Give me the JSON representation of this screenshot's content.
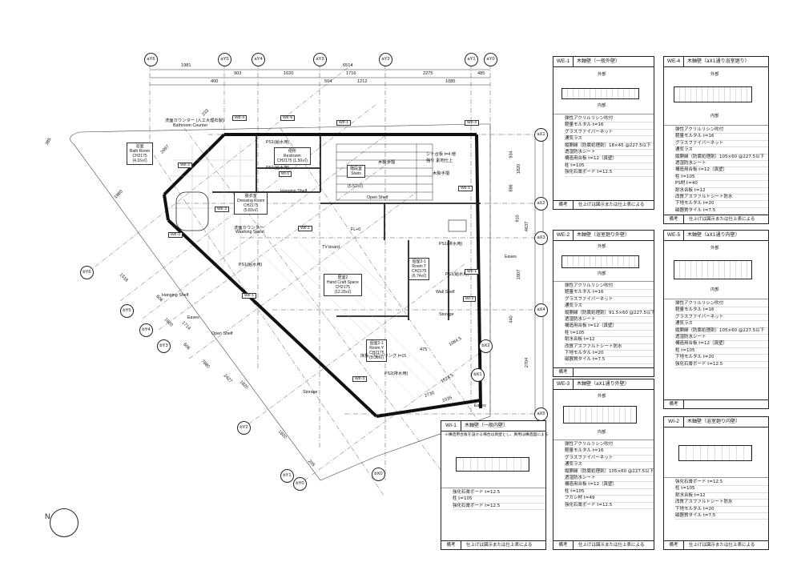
{
  "grid_x": [
    "aY6",
    "aY5",
    "aY4",
    "aY3",
    "aY2",
    "aY1",
    "aY0"
  ],
  "grid_y": [
    "aX1",
    "aX2",
    "aX3",
    "aX4",
    "aX5"
  ],
  "grid_b": [
    "bY6",
    "bY5",
    "bY4",
    "bY3",
    "bY2",
    "bY1",
    "bY0"
  ],
  "grid_bx": [
    "bX0",
    "bX1",
    "bX2"
  ],
  "dims_top1": [
    "1981",
    "6514"
  ],
  "dims_top2": [
    "903",
    "1620",
    "1716",
    "2275",
    "485"
  ],
  "dims_top3": [
    "400",
    "504",
    "1212",
    "1085"
  ],
  "dims_right": [
    "934",
    "1820",
    "886",
    "910",
    "4637",
    "1807",
    "440",
    "2704"
  ],
  "dims_left": [
    "1880",
    "1516",
    "606",
    "1820",
    "1714",
    "606",
    "7880",
    "2427",
    "1820",
    "1820",
    "205"
  ],
  "dims_misc": [
    "233",
    "385",
    "2697",
    "1084.5",
    "1524.5",
    "475",
    "2730",
    "1035"
  ],
  "rooms": [
    {
      "jp": "浴室",
      "en": "Bath Room",
      "area": "CH2175",
      "area2": "(4.16㎡)"
    },
    {
      "jp": "便所",
      "en": "Restroom",
      "area": "CH2175 (1.50㎡)",
      "area2": ""
    },
    {
      "jp": "脱衣室",
      "en": "Dressing Room",
      "area": "CH2175",
      "area2": "(5.83㎡)"
    },
    {
      "jp": "階段室",
      "en": "Stairs",
      "area": "(5.52㎡)",
      "area2": ""
    },
    {
      "jp": "居室2",
      "en": "Hand Craft Space",
      "area": "CH2175",
      "area2": "(12.29㎡)"
    },
    {
      "jp": "個室2-1",
      "en": "Room T",
      "area": "CH2175",
      "area2": "(6.74㎡)"
    },
    {
      "jp": "個室2-1",
      "en": "Room Y",
      "area": "CH2175",
      "area2": "(5.36㎡)"
    }
  ],
  "labels": {
    "bathroom_counter_jp": "洗面カウンター (人工大理石製)",
    "bathroom_counter_en": "Bathroom Counter",
    "washing_jp": "洗面カウンター",
    "washing_en": "Washing Stand",
    "hanging1": "Hanging Shelf",
    "hanging2": "Hanging Shelf",
    "open1": "Open Shelf",
    "open2": "Open Shelf",
    "eaves1": "Eaves",
    "eaves2": "Eaves",
    "eaves3": "Eaves",
    "tv": "TV board",
    "storage1": "Storage",
    "storage2": "Storage",
    "wall_shelf": "Wall Shelf",
    "flooring": "床板: フローリング t=15",
    "ps1": "PS1(給水用)",
    "ps2": "PS1(給水用)",
    "ps3": "PS1(排水用)",
    "ps4": "PS1(給水用)",
    "ps5": "PS1(給水用)",
    "ps6": "PS2(排水用)",
    "stairs_note": "シナ合板 t=4 増強り 素地仕上",
    "handrail1": "木製手摺",
    "handrail2": "木製手摺",
    "fsl": "FL+0"
  },
  "wall_tags": [
    "WE-4",
    "WE-5",
    "WE-1",
    "WE-3",
    "WE-1",
    "WE-2",
    "WE-2",
    "WI-1",
    "WE-2",
    "WE-1",
    "WE-1",
    "WE-3",
    "WI-2",
    "WE-1"
  ],
  "panels": [
    {
      "code": "WE-1",
      "title": "木軸壁（一般外壁）",
      "out": "外部",
      "in": "内部",
      "layers": [
        "弾性アクリルリシン吹付",
        "軽量モルタル t=16",
        "グラスファイバーネット",
        "通気ラス",
        "縦胴縁（防腐処理剤）18×45 @227.5以下",
        "透湿防水シート",
        "構造用合板 t=12（真壁）",
        "柱 t=105",
        "強化石膏ボード t=12.5"
      ],
      "foot_label": "備考",
      "foot": "仕上げは図示または仕上表による"
    },
    {
      "code": "WE-2",
      "title": "木軸壁（浴室廻り外壁）",
      "out": "外部",
      "in": "内部",
      "layers": [
        "弾性アクリルリシン吹付",
        "軽量モルタル t=16",
        "グラスファイバーネット",
        "通気ラス",
        "縦胴縁（防腐処理剤）91.5×60 @227.5以下",
        "透湿防水シート",
        "構造用合板 t=12（真壁）",
        "柱 t=105",
        "耐水合板 t=12",
        "改質アスファルトシート防水",
        "下地モルタル t=20",
        "磁器質タイル t=7.5"
      ],
      "foot_label": "備考",
      "foot": ""
    },
    {
      "code": "WE-3",
      "title": "木軸壁（aX1通り外壁）",
      "out": "外部",
      "in": "内部",
      "layers": [
        "弾性アクリルリシン吹付",
        "軽量モルタル t=16",
        "グラスファイバーネット",
        "通気ラス",
        "縦胴縁（防腐処理剤）105×60 @227.5以下",
        "透湿防水シート",
        "構造用合板 t=12（真壁）",
        "柱 t=105",
        "フカシ材 t=49",
        "強化石膏ボード t=12.5"
      ],
      "foot_label": "備考",
      "foot": "仕上げは図示または仕上表による"
    },
    {
      "code": "WE-4",
      "title": "木軸壁（aX1通り浴室廻り）",
      "out": "外部",
      "in": "内部",
      "layers": [
        "弾性アクリルリシン吹付",
        "軽量モルタル t=16",
        "グラスファイバーネット",
        "通気ラス",
        "縦胴縁（防腐処理剤）105×60 @227.5以下",
        "透湿防水シート",
        "構造用合板 t=12（真壁）",
        "柱 t=105",
        "PS材 t=40",
        "耐水合板 t=12",
        "改質アスファルトシート防水",
        "下地モルタル t=20",
        "磁器質タイル t=7.5"
      ],
      "foot_label": "備考",
      "foot": "仕上げは図示または仕上表による"
    },
    {
      "code": "WE-5",
      "title": "木軸壁（aX1通り内壁）",
      "out": "外部",
      "in": "内部",
      "layers": [
        "弾性アクリルリシン吹付",
        "軽量モルタル t=16",
        "グラスファイバーネット",
        "通気ラス",
        "縦胴縁（防腐処理剤）105×60 @227.5以下",
        "透湿防水シート",
        "構造用合板 t=12（真壁）",
        "柱 t=105",
        "下地モルタル t=20",
        "強化石膏ボード t=12.5"
      ],
      "foot_label": "備考",
      "foot": ""
    },
    {
      "code": "WI-1",
      "title": "木軸壁（一般内壁）",
      "out": "",
      "in": "",
      "note": "※構造用合板を設ける場合は真壁とし、異用は構造図による",
      "layers": [
        "強化石膏ボード t=12.5",
        "柱 t=105",
        "強化石膏ボード t=12.5"
      ],
      "foot_label": "備考",
      "foot": "仕上げは図示または仕上表による"
    },
    {
      "code": "WI-2",
      "title": "木軸壁（浴室廻り内壁）",
      "out": "",
      "in": "",
      "layers": [
        "強化石膏ボード t=12.5",
        "柱 t=105",
        "耐水合板 t=12",
        "改質アスファルトシート防水",
        "下地モルタル t=20",
        "磁器質タイル t=7.5"
      ],
      "foot_label": "備考",
      "foot": "仕上げは図示または仕上表による"
    }
  ],
  "north": "N"
}
